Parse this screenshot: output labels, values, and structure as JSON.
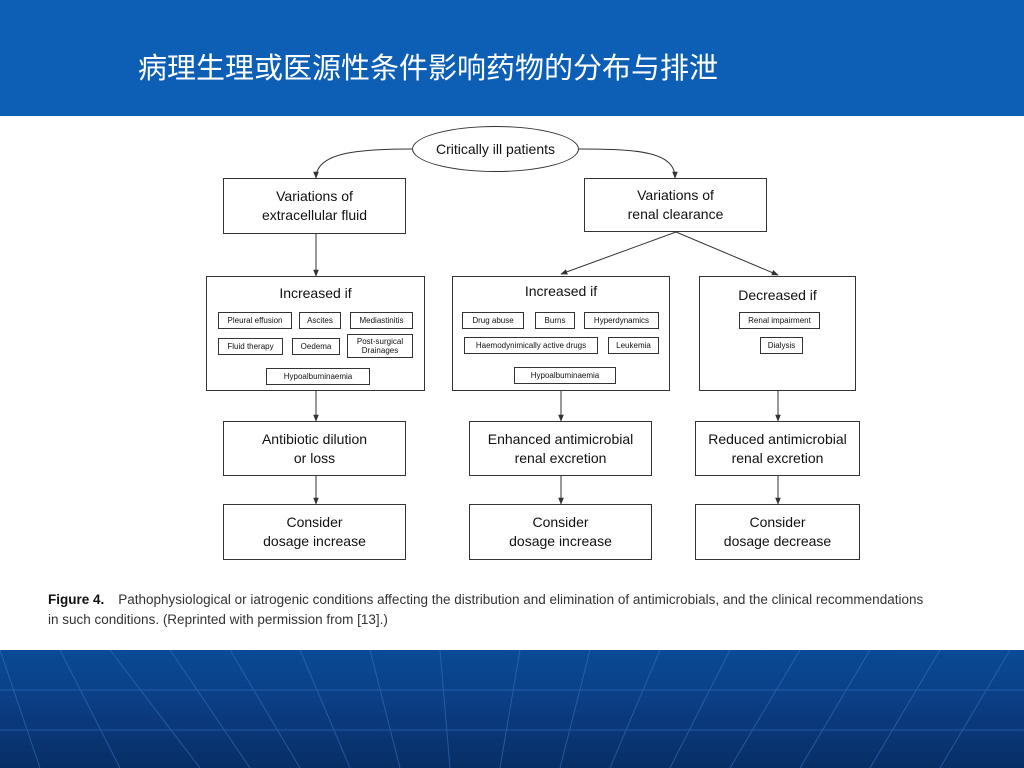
{
  "slide": {
    "title": "病理生理或医源性条件影响药物的分布与排泄"
  },
  "diagram": {
    "root": "Critically ill patients",
    "left_branch": {
      "variation": "Variations of\nextracellular fluid",
      "condition_title": "Increased if",
      "conditions": [
        "Pleural effusion",
        "Ascites",
        "Mediastinitis",
        "Fluid therapy",
        "Oedema",
        "Post-surgical\nDrainages",
        "Hypoalbuminaemia"
      ],
      "effect": "Antibiotic dilution\nor loss",
      "recommendation": "Consider\ndosage increase"
    },
    "right_branch": {
      "variation": "Variations of\nrenal clearance",
      "increased": {
        "condition_title": "Increased if",
        "conditions": [
          "Drug abuse",
          "Burns",
          "Hyperdynamics",
          "Haemodynimically active drugs",
          "Leukemia",
          "Hypoalbuminaemia"
        ],
        "effect": "Enhanced antimicrobial\nrenal excretion",
        "recommendation": "Consider\ndosage increase"
      },
      "decreased": {
        "condition_title": "Decreased if",
        "conditions": [
          "Renal impairment",
          "Dialysis"
        ],
        "effect": "Reduced antimicrobial\nrenal excretion",
        "recommendation": "Consider\ndosage decrease"
      }
    }
  },
  "caption": {
    "figure_label": "Figure 4.",
    "line1": "Pathophysiological or iatrogenic conditions affecting the distribution and elimination of antimicrobials, and the clinical recommendations",
    "line2": "in such conditions. (Reprinted with permission from [13].)"
  },
  "colors": {
    "header_blue": "#0d5fb6",
    "footer_blue": "#0b3f86",
    "line": "#333333"
  }
}
